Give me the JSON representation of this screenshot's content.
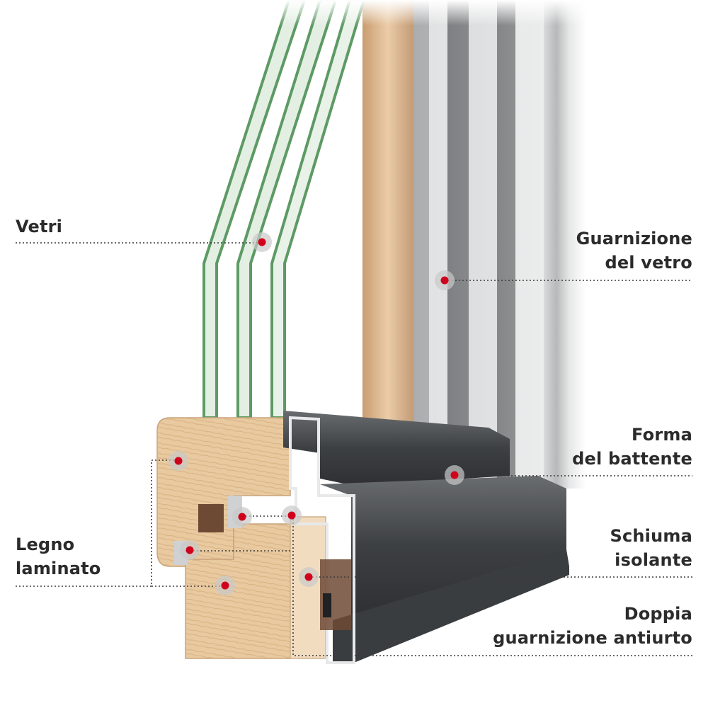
{
  "labels": {
    "vetri": {
      "line1": "Vetri"
    },
    "guarnizione": {
      "line1": "Guarnizione",
      "line2": "del vetro"
    },
    "forma": {
      "line1": "Forma",
      "line2": "del battente"
    },
    "schiuma": {
      "line1": "Schiuma",
      "line2": "isolante"
    },
    "doppia": {
      "line1": "Doppia",
      "line2": "guarnizione antiurto"
    },
    "legno": {
      "line1": "Legno",
      "line2": "laminato"
    }
  },
  "colors": {
    "marker": "#d0021b",
    "marker_halo": "#c9c9c9",
    "leader_line": "#3a3a3a",
    "glass_edge": "#5d9a64",
    "aluminium": "#4a4d50",
    "wood": "#e8c9a0"
  },
  "icons": {
    "marker": "red-dot-marker"
  }
}
